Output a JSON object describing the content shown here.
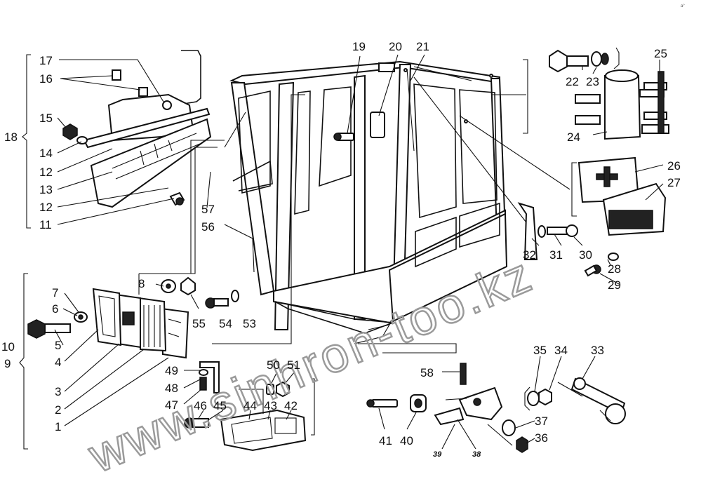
{
  "corner_mark": "a°",
  "watermark": "www.sinhron-too.kz",
  "callouts": {
    "c1": "1",
    "c2": "2",
    "c3": "3",
    "c4": "4",
    "c5": "5",
    "c6": "6",
    "c7": "7",
    "c8": "8",
    "c9": "9",
    "c10": "10",
    "c11": "11",
    "c12a": "12",
    "c12b": "12",
    "c13": "13",
    "c14": "14",
    "c15": "15",
    "c16": "16",
    "c17": "17",
    "c18": "18",
    "c19": "19",
    "c20": "20",
    "c21": "21",
    "c22": "22",
    "c23": "23",
    "c24": "24",
    "c25": "25",
    "c26": "26",
    "c27": "27",
    "c28": "28",
    "c29": "29",
    "c30": "30",
    "c31": "31",
    "c32": "32",
    "c33": "33",
    "c34": "34",
    "c35": "35",
    "c36": "36",
    "c37": "37",
    "c38": "38",
    "c39": "39",
    "c40": "40",
    "c41": "41",
    "c42": "42",
    "c43": "43",
    "c44": "44",
    "c45": "45",
    "c46": "46",
    "c47": "47",
    "c48": "48",
    "c49": "49",
    "c50": "50",
    "c51": "51",
    "c53": "53",
    "c54": "54",
    "c55": "55",
    "c56": "56",
    "c57": "57",
    "c58": "58"
  }
}
